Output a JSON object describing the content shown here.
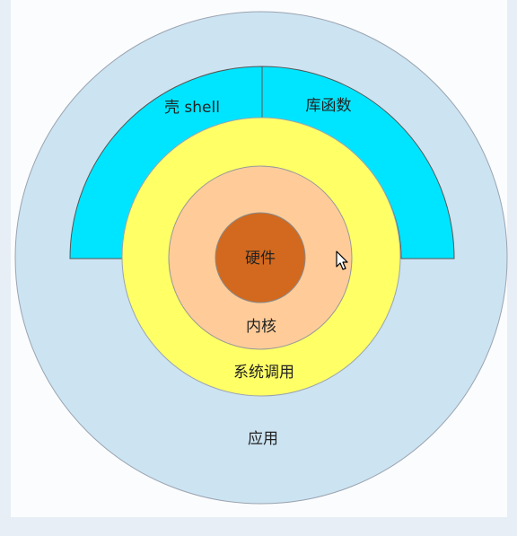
{
  "diagram": {
    "layers": {
      "hardware": {
        "label": "硬件",
        "color": "#d2691e"
      },
      "kernel": {
        "label": "内核",
        "color": "#ffcc99"
      },
      "syscall": {
        "label": "系统调用",
        "color": "#ffff66"
      },
      "application": {
        "label": "应用",
        "color": "#cce3f2"
      }
    },
    "segments": {
      "shell": {
        "label": "壳 shell",
        "color": "#00e5ff"
      },
      "library": {
        "label": "库函数",
        "color": "#00e5ff"
      }
    }
  },
  "cursor": {
    "icon": "mouse-pointer-icon"
  }
}
